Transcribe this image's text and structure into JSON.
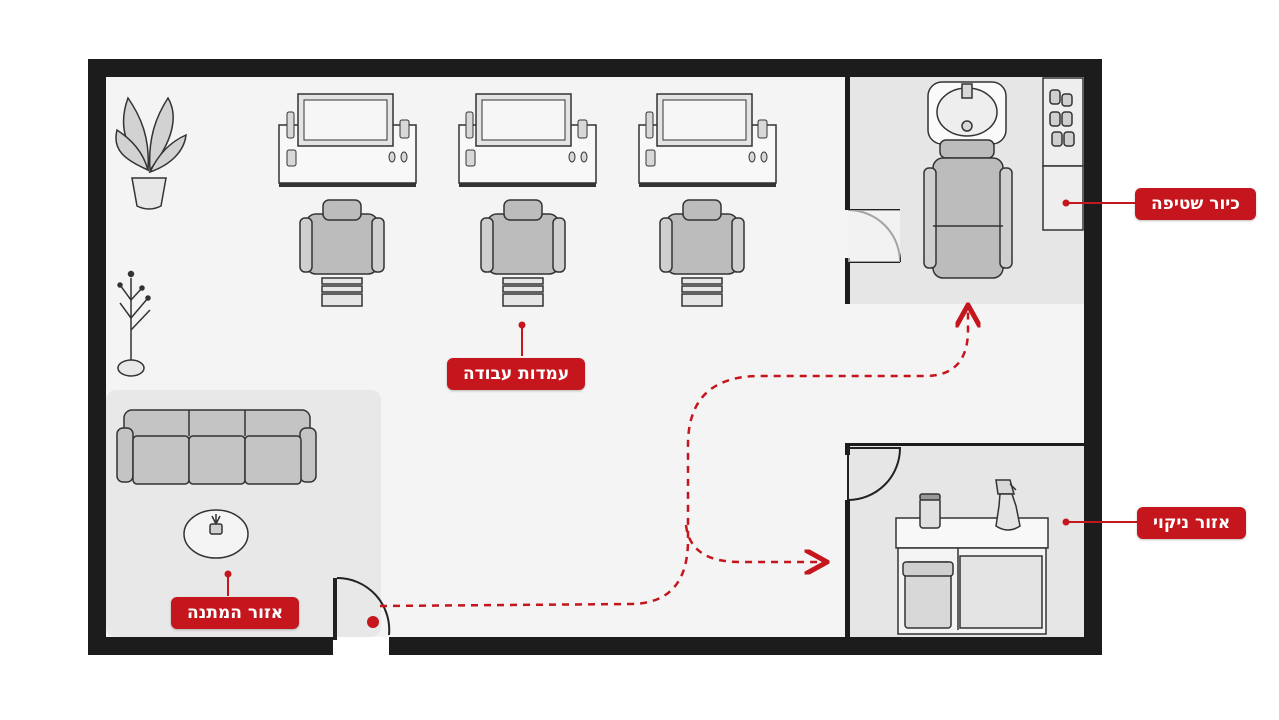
{
  "labels": {
    "workstations": "עמדות עבודה",
    "wash_sink": "כיור שטיפה",
    "cleaning_area": "אזור ניקוי",
    "waiting_area": "אזור המתנה"
  },
  "colors": {
    "wall": "#1c1c1c",
    "floor": "#f4f4f4",
    "zone": "#e7e7e7",
    "furniture_fill": "#bcbcbc",
    "accent_red": "#c4161c"
  }
}
